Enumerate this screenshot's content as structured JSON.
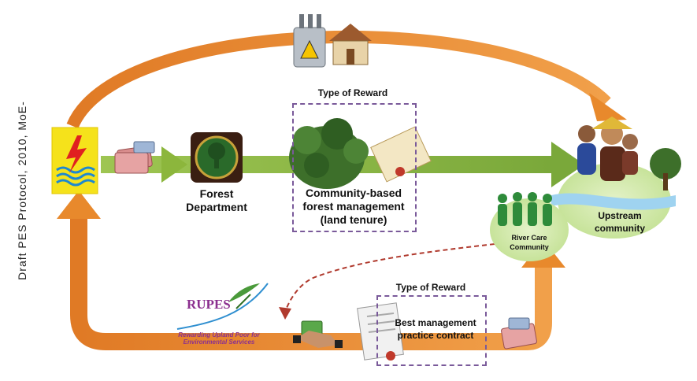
{
  "side_text": "Draft PES Protocol, 2010, MoE-",
  "labels": {
    "forest_department": "Forest\nDepartment",
    "type_of_reward_top": "Type of Reward",
    "community_forest": "Community-based\nforest management\n(land tenure)",
    "upstream_community": "Upstream\ncommunity",
    "river_care": "River Care\nCommunity",
    "type_of_reward_bottom": "Type of Reward",
    "best_practice": "Best management\npractice contract"
  },
  "rupes": {
    "title": "RUPES",
    "subtitle": "Rewarding Upland Poor for Environmental Services"
  },
  "icons": [
    "electric-company-logo-icon",
    "power-transformer-house-icon",
    "money-icon",
    "forest-department-logo-icon",
    "forest-trees-icon",
    "land-certificate-icon",
    "community-people-icon",
    "river-icon",
    "river-care-people-icon",
    "rupes-logo-icon",
    "handshake-money-icon",
    "contract-document-icon"
  ],
  "colors": {
    "orange_flow": "#e8892c",
    "green_flow": "#8cb63c",
    "dashed_box": "#7a5a9a",
    "red_dashed": "#b03a2e",
    "logo_yellow": "#f5e21b",
    "rupes_purple": "#8b2f8f"
  }
}
